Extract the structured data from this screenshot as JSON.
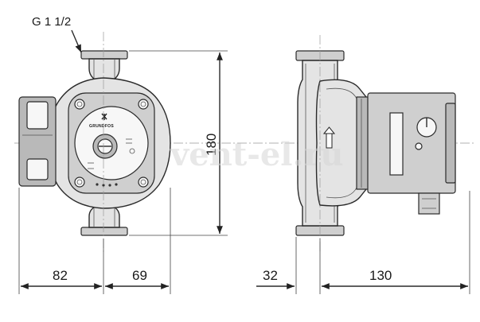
{
  "thread_label": "G 1 1/2",
  "brand_text": "GRUNDFOS",
  "watermark": "vent-el.ru",
  "dimensions": {
    "height": "180",
    "front_left_width": "82",
    "front_right_width": "69",
    "side_flange_offset": "32",
    "side_length": "130"
  },
  "colors": {
    "line": "#2a2a2a",
    "body_fill": "#e4e4e4",
    "watermark": "#d6d6d6"
  }
}
